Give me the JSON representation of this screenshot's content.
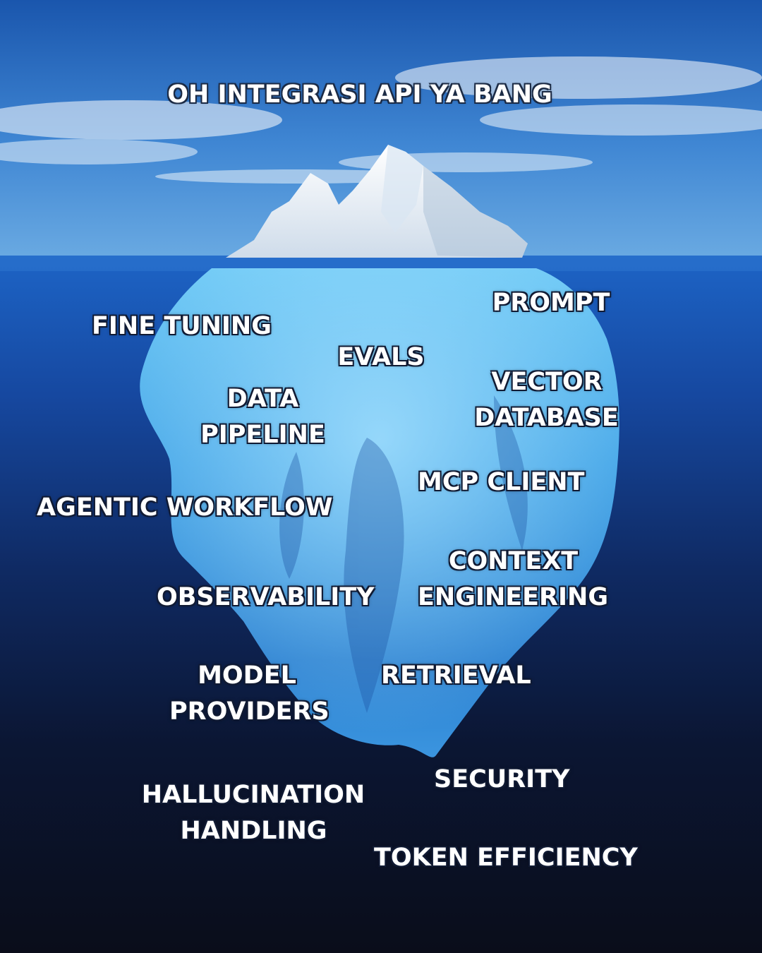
{
  "headline": "OH INTEGRASI API YA BANG",
  "labels": {
    "fine_tuning": "FINE TUNING",
    "prompt": "PROMPT",
    "evals": "EVALS",
    "vector_database_1": "VECTOR",
    "vector_database_2": "DATABASE",
    "data_pipeline_1": "DATA",
    "data_pipeline_2": "PIPELINE",
    "mcp_client": "MCP CLIENT",
    "agentic_workflow": "AGENTIC WORKFLOW",
    "context_engineering_1": "CONTEXT",
    "context_engineering_2": "ENGINEERING",
    "observability": "OBSERVABILITY",
    "model_providers_1": "MODEL",
    "model_providers_2": "PROVIDERS",
    "retrieval": "RETRIEVAL",
    "security": "SECURITY",
    "hallucination_handling_1": "HALLUCINATION",
    "hallucination_handling_2": "HANDLING",
    "token_efficiency": "TOKEN EFFICIENCY"
  },
  "colors": {
    "sky_top": "#1f5fb8",
    "sky_horizon": "#6aa6de",
    "water_surface": "#1f63c4",
    "water_deep": "#0a0f1e",
    "ice_tip": "#f4f8fc",
    "ice_underwater": "#4fb3ee"
  }
}
